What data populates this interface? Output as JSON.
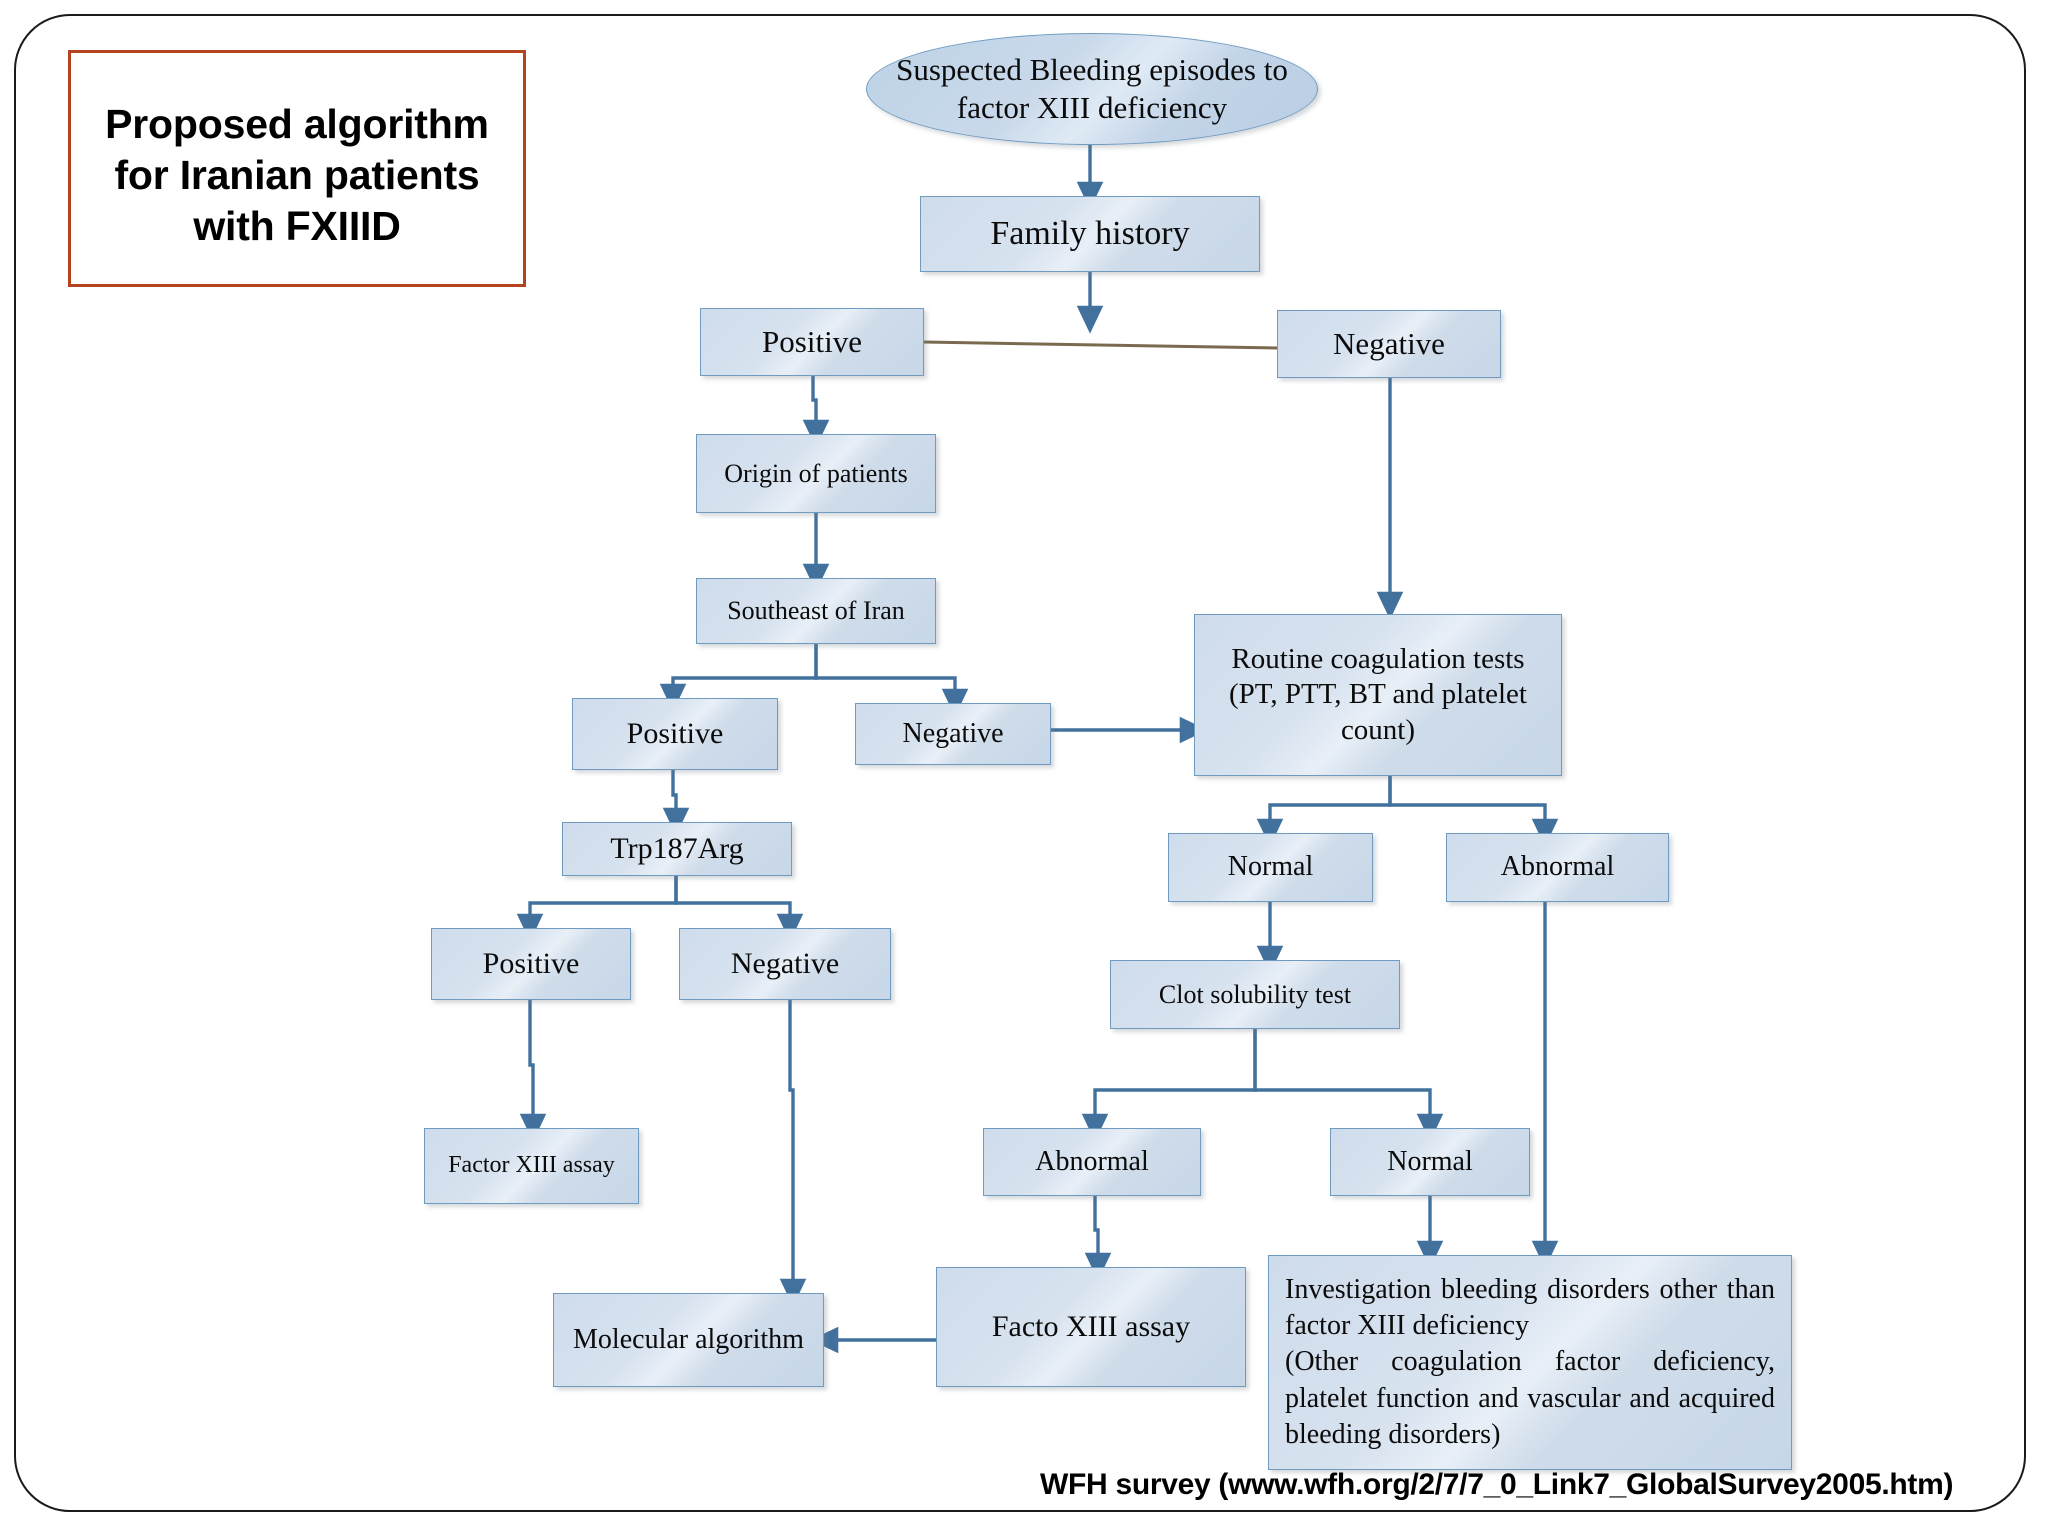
{
  "slide": {
    "title_text": "Proposed algorithm\nfor Iranian patients\nwith FXIIID",
    "title_border_color": "#b5431f",
    "footer_text": "WFH survey (www.wfh.org/2/7/7_0_Link7_GlobalSurvey2005.htm)",
    "node_fill_color": "#cfdceb",
    "node_border_color": "#6f9bc0",
    "connector_color": "#41719c",
    "cross_link_color": "#7a6a4f",
    "frame_color": "#1a1a1a"
  },
  "nodes": {
    "start": "Suspected Bleeding episodes to\nfactor XIII deficiency",
    "family_history": "Family history",
    "fh_positive": "Positive",
    "fh_negative": "Negative",
    "origin_of_patients": "Origin of patients",
    "southeast_of_iran": "Southeast of Iran",
    "se_positive": "Positive",
    "se_negative": "Negative",
    "trp187arg": "Trp187Arg",
    "trp_positive": "Positive",
    "trp_negative": "Negative",
    "factor_xiii_assay": "Factor XIII assay",
    "molecular_algorithm": "Molecular algorithm",
    "routine_coag": "Routine coagulation tests\n(PT, PTT, BT and platelet\ncount)",
    "coag_normal": "Normal",
    "coag_abnormal": "Abnormal",
    "clot_solubility": "Clot solubility test",
    "clot_abnormal": "Abnormal",
    "clot_normal": "Normal",
    "facto_xiii_assay": "Facto XIII assay",
    "investigation": "Investigation bleeding disorders other than factor XIII deficiency\n(Other coagulation factor deficiency, platelet function and vascular and acquired bleeding disorders)"
  }
}
